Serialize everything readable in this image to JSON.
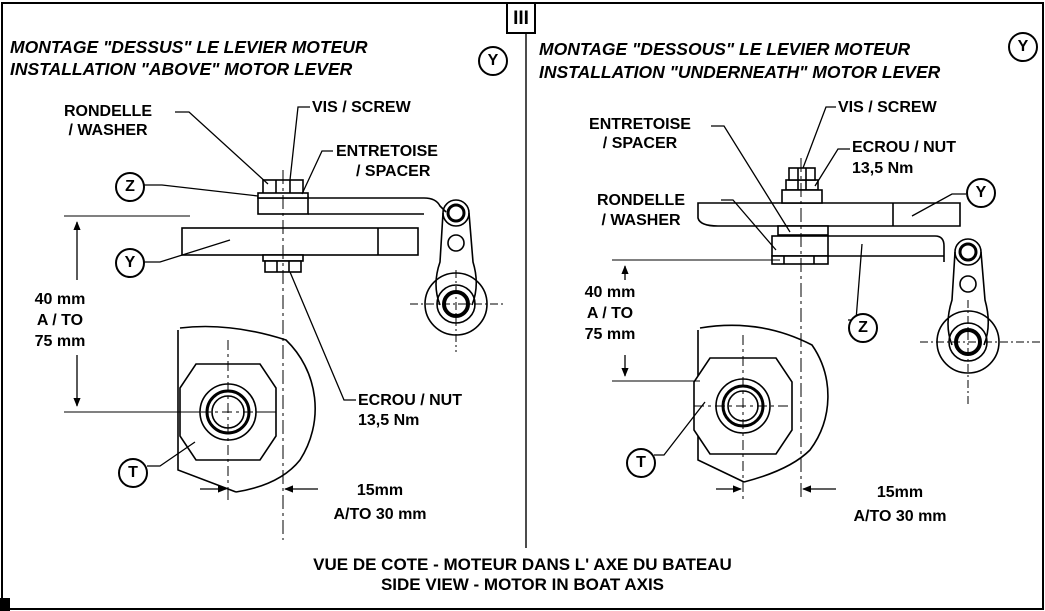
{
  "panel_number": "III",
  "left": {
    "title_fr": "MONTAGE \"DESSUS\" LE LEVIER MOTEUR",
    "title_en": "INSTALLATION \"ABOVE\" MOTOR LEVER",
    "title_circle": "Y",
    "labels": {
      "rondelle": "RONDELLE",
      "washer": "/ WASHER",
      "vis_screw": "VIS / SCREW",
      "entretoise": "ENTRETOISE",
      "spacer": "/ SPACER",
      "ecrou_nut": "ECROU / NUT",
      "torque": "13,5 Nm",
      "dim_v_min": "40 mm",
      "dim_v_to": "A / TO",
      "dim_v_max": "75 mm",
      "dim_h_min": "15mm",
      "dim_h_max": "A/TO 30 mm"
    },
    "circles": {
      "z": "Z",
      "y": "Y",
      "t": "T"
    }
  },
  "right": {
    "title_fr": "MONTAGE \"DESSOUS\" LE LEVIER MOTEUR",
    "title_en": "INSTALLATION \"UNDERNEATH\" MOTOR LEVER",
    "title_circle": "Y",
    "labels": {
      "entretoise": "ENTRETOISE",
      "spacer": "/ SPACER",
      "vis_screw": "VIS / SCREW",
      "ecrou_nut": "ECROU / NUT",
      "torque": "13,5 Nm",
      "rondelle": "RONDELLE",
      "washer": "/ WASHER",
      "dim_v_min": "40 mm",
      "dim_v_to": "A / TO",
      "dim_v_max": "75 mm",
      "dim_h_min": "15mm",
      "dim_h_max": "A/TO 30 mm"
    },
    "circles": {
      "y": "Y",
      "z": "Z",
      "t": "T"
    }
  },
  "footer": {
    "line1": "VUE DE COTE - MOTEUR DANS L' AXE DU BATEAU",
    "line2": "SIDE VIEW - MOTOR IN BOAT AXIS"
  }
}
